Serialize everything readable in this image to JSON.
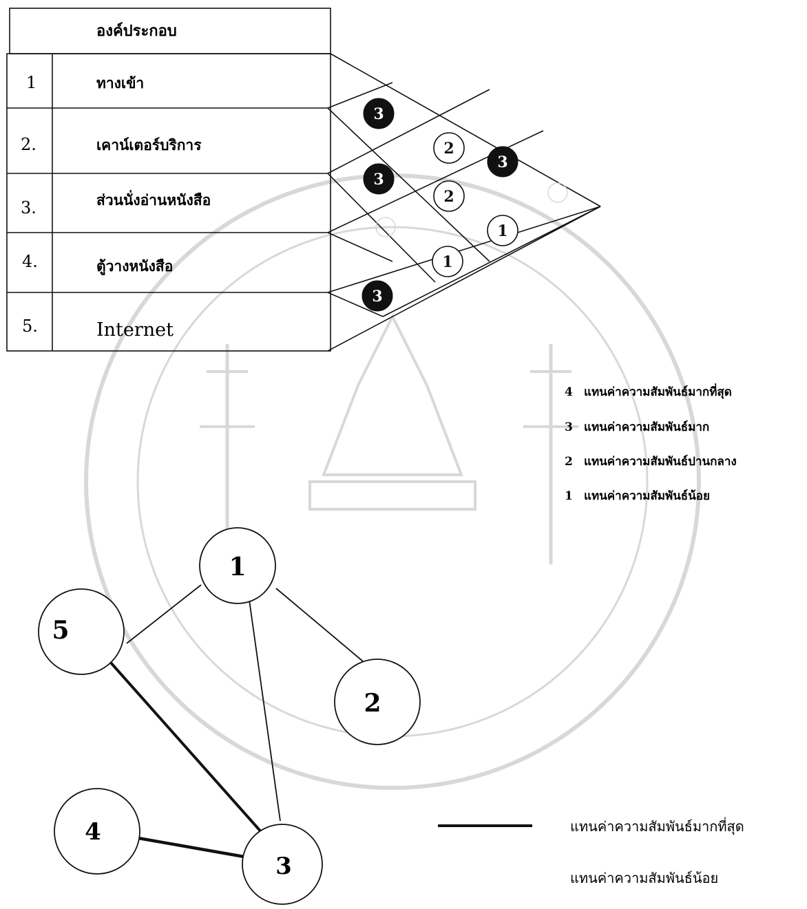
{
  "table": {
    "header": "องค์ประกอบ",
    "rows": [
      {
        "num": "1",
        "label": "ทางเข้า"
      },
      {
        "num": "2.",
        "label": "เคาน์เตอร์บริการ"
      },
      {
        "num": "3.",
        "label": "ส่วนนั่งอ่านหนังสือ"
      },
      {
        "num": "4.",
        "label": "ตู้วางหนังสือ"
      },
      {
        "num": "5.",
        "label": "Internet"
      }
    ]
  },
  "matrix": {
    "cells": [
      {
        "pair": "1-2",
        "value": "3",
        "style": "filled"
      },
      {
        "pair": "1-3",
        "value": "2",
        "style": "outline"
      },
      {
        "pair": "1-4",
        "value": "3",
        "style": "filled"
      },
      {
        "pair": "1-5",
        "value": "",
        "style": "faint"
      },
      {
        "pair": "2-3",
        "value": "3",
        "style": "filled"
      },
      {
        "pair": "2-4",
        "value": "2",
        "style": "outline"
      },
      {
        "pair": "2-5",
        "value": "1",
        "style": "outline"
      },
      {
        "pair": "3-4",
        "value": "",
        "style": "faint"
      },
      {
        "pair": "3-5",
        "value": "1",
        "style": "outline"
      },
      {
        "pair": "4-5",
        "value": "3",
        "style": "filled"
      }
    ]
  },
  "legend": [
    {
      "value": "4",
      "text": "แทนค่าความสัมพันธ์มากที่สุด"
    },
    {
      "value": "3",
      "text": "แทนค่าความสัมพันธ์มาก"
    },
    {
      "value": "2",
      "text": "แทนค่าความสัมพันธ์ปานกลาง"
    },
    {
      "value": "1",
      "text": "แทนค่าความสัมพันธ์น้อย"
    }
  ],
  "graph": {
    "nodes": [
      "1",
      "2",
      "3",
      "4",
      "5"
    ],
    "edges": [
      {
        "from": "1",
        "to": "5",
        "weight": "thin"
      },
      {
        "from": "1",
        "to": "2",
        "weight": "thin"
      },
      {
        "from": "1",
        "to": "3",
        "weight": "thin"
      },
      {
        "from": "5",
        "to": "3",
        "weight": "thick"
      },
      {
        "from": "4",
        "to": "3",
        "weight": "thick"
      }
    ]
  },
  "line_legend": {
    "thick_text": "แทนค่าความสัมพันธ์มากที่สุด",
    "thin_text": "แทนค่าความสัมพันธ์น้อย"
  },
  "colors": {
    "ink": "#111111",
    "watermark": "#c9c9c9"
  }
}
